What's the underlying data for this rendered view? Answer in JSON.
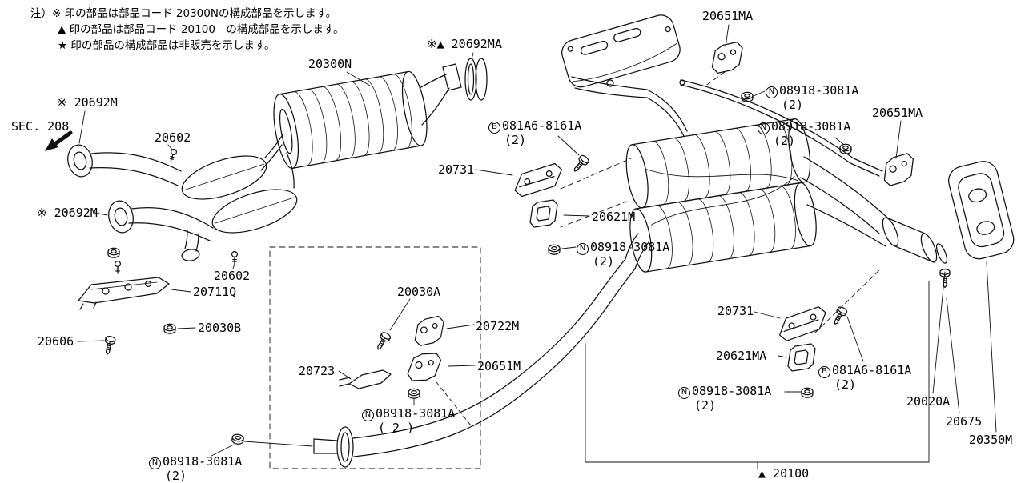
{
  "notes": {
    "line1": "注）※ 印の部品は部品コード 20300Nの構成部品を示します。",
    "line2": "▲ 印の部品は部品コード 20100　の構成部品を示します。",
    "line3": "★ 印の部品の構成部品は非販売を示します。"
  },
  "symbols": {
    "nut": "N",
    "bolt": "B"
  },
  "parts": {
    "sec208": "SEC. 208",
    "p20300n": "20300N",
    "p20692ma": "※▲ 20692MA",
    "p20692m": "※ 20692M",
    "p20602": "20602",
    "p20711q": "20711Q",
    "p20030a": "20030A",
    "p20030b": "20030B",
    "p20606": "20606",
    "p20722m": "20722M",
    "p20651m": "20651M",
    "p20723": "20723",
    "p20731": "20731",
    "p20621m": "20621M",
    "p20621ma": "20621MA",
    "p20651ma": "20651MA",
    "p20020a": "20020A",
    "p20675": "20675",
    "p20350m": "20350M",
    "p20100": "▲ 20100",
    "nut_part": "08918-3081A",
    "bolt_part": "081A6-8161A",
    "qty2": "(2)",
    "qty2s": "( 2 )"
  }
}
